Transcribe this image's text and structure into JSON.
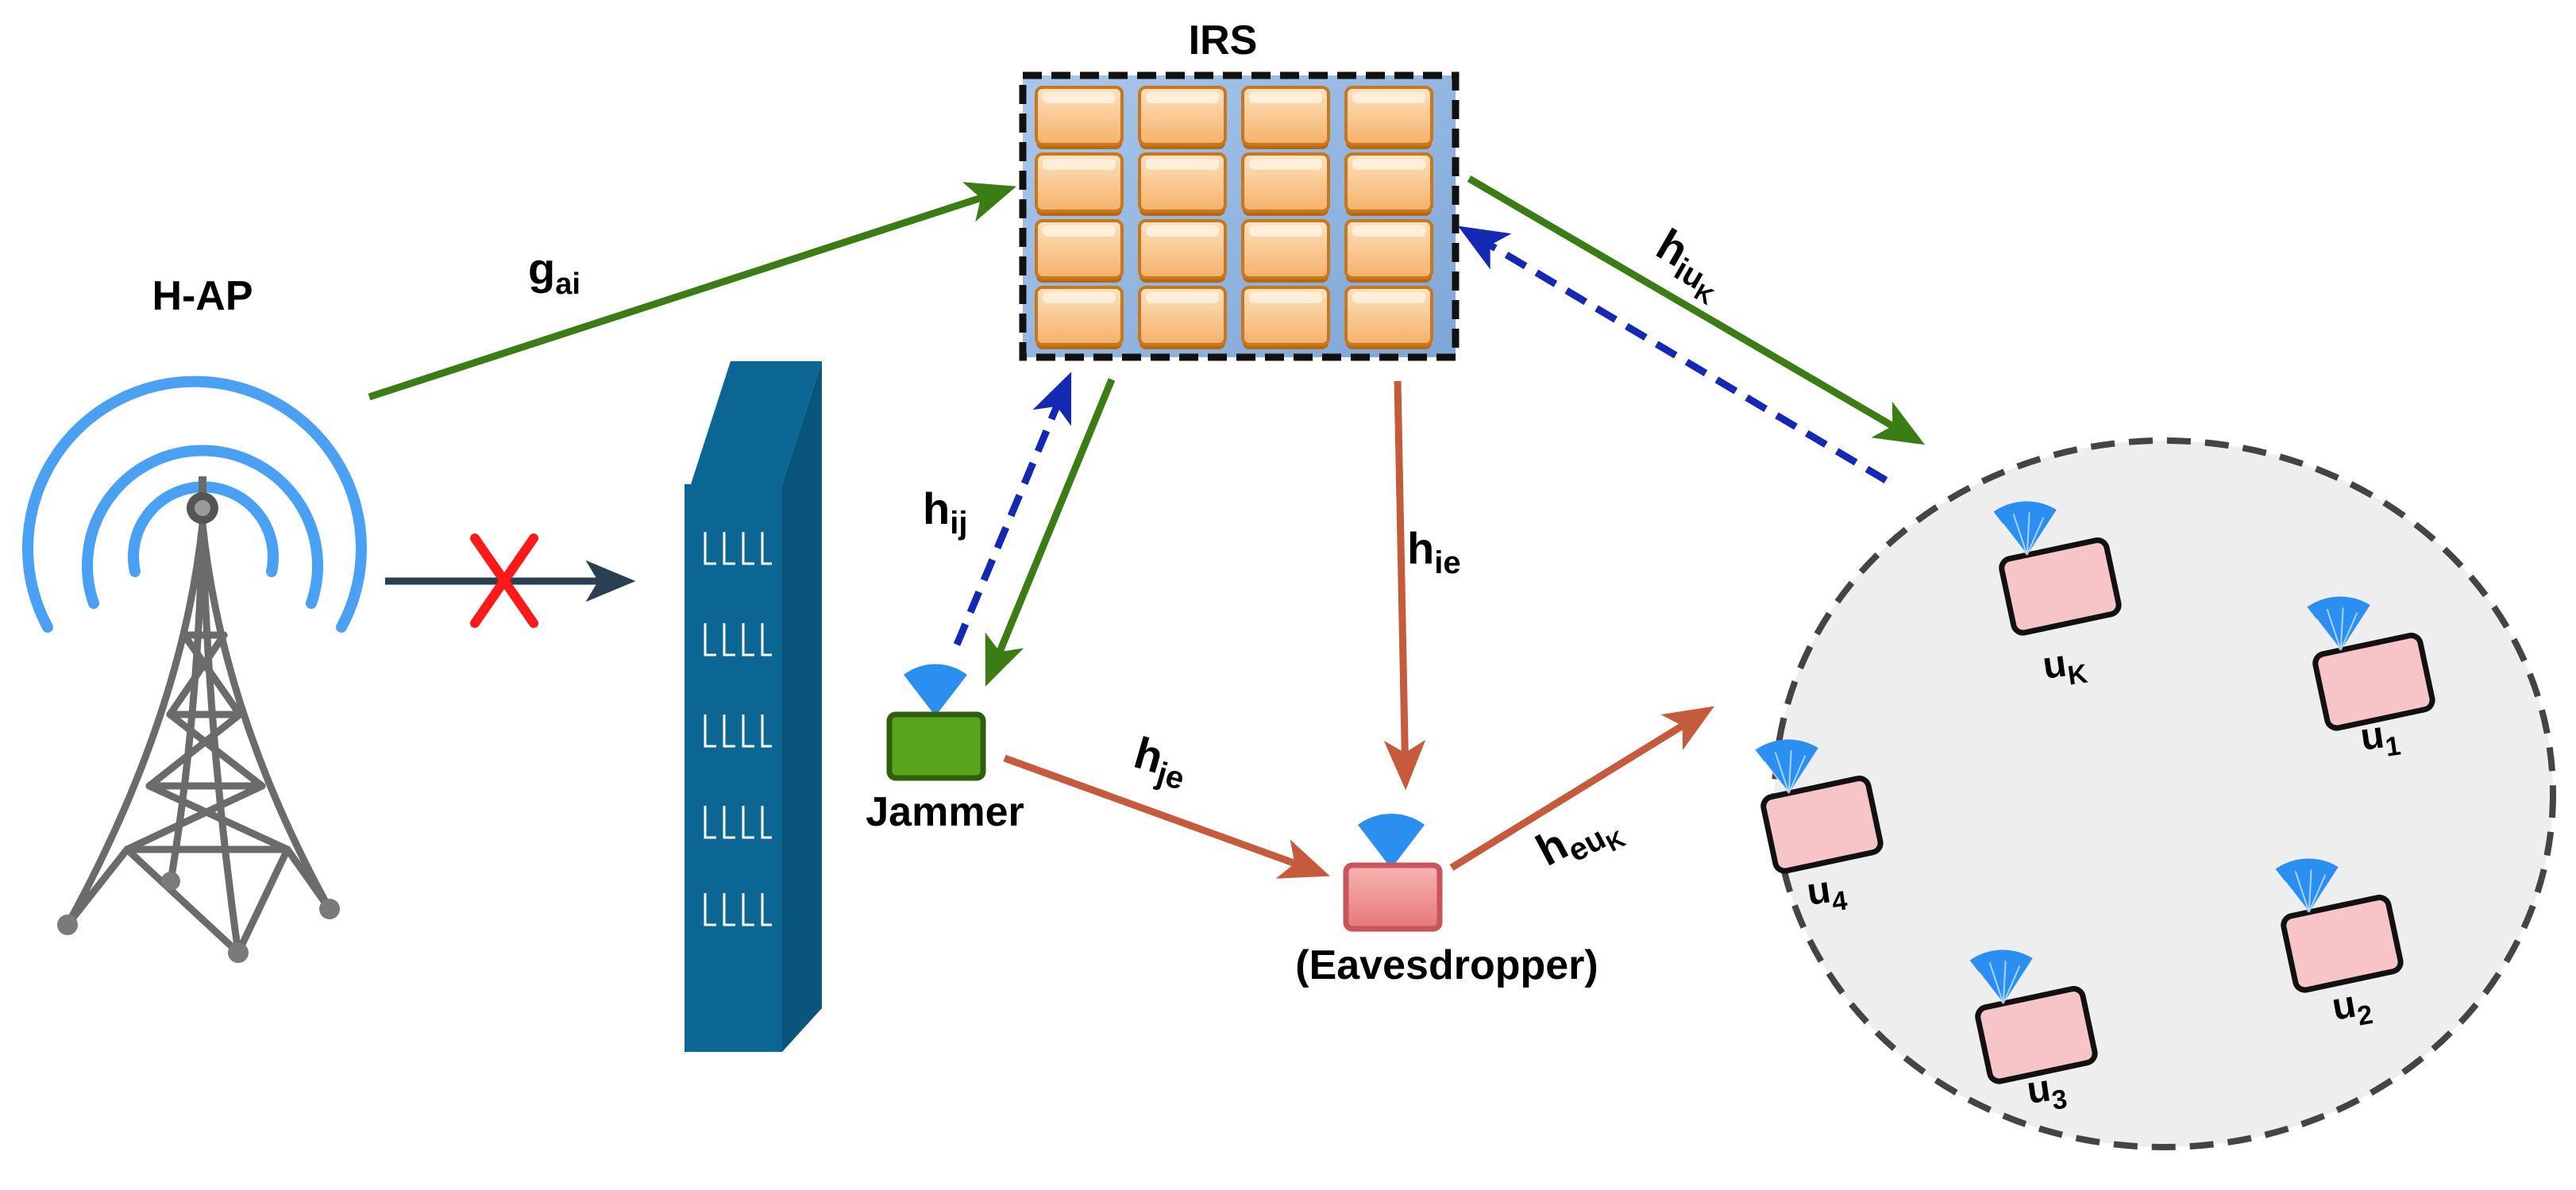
{
  "nodes": {
    "hap": {
      "label": "H-AP"
    },
    "irs": {
      "label": "IRS"
    },
    "jammer": {
      "label": "Jammer"
    },
    "eavesdropper": {
      "label": "(Eavesdropper)"
    }
  },
  "channels": {
    "g_ai": {
      "base": "g",
      "sub": "ai"
    },
    "h_ij": {
      "base": "h",
      "sub": "ij"
    },
    "h_ie": {
      "base": "h",
      "sub": "ie"
    },
    "h_je": {
      "base": "h",
      "sub": "je"
    },
    "h_iuK": {
      "base": "h",
      "sub": "iu",
      "subsub": "K"
    },
    "h_euK": {
      "base": "h",
      "sub": "eu",
      "subsub": "K"
    }
  },
  "users": [
    {
      "base": "u",
      "sub": "K"
    },
    {
      "base": "u",
      "sub": "1"
    },
    {
      "base": "u",
      "sub": "4"
    },
    {
      "base": "u",
      "sub": "2"
    },
    {
      "base": "u",
      "sub": "3"
    }
  ],
  "colors": {
    "green_link": "#3a7d14",
    "dashed_feedback": "#1428b4",
    "red_link": "#c65a3c",
    "blocked_link": "#2b3f52",
    "blocked_mark": "#ff1a1a",
    "wave_blue": "#2a8ff0",
    "building": "#0b6694",
    "user_device": "#f7c4c7",
    "eaves_device": "#ee8a8a",
    "jammer_device": "#58a51c",
    "irs_cell": "#f9c48c",
    "cluster_fill": "#eeeeee"
  },
  "icons": {
    "tower": "antenna-tower-icon",
    "building": "building-icon",
    "blocked": "blocked-x-icon",
    "wifi": "wifi-signal-icon"
  }
}
